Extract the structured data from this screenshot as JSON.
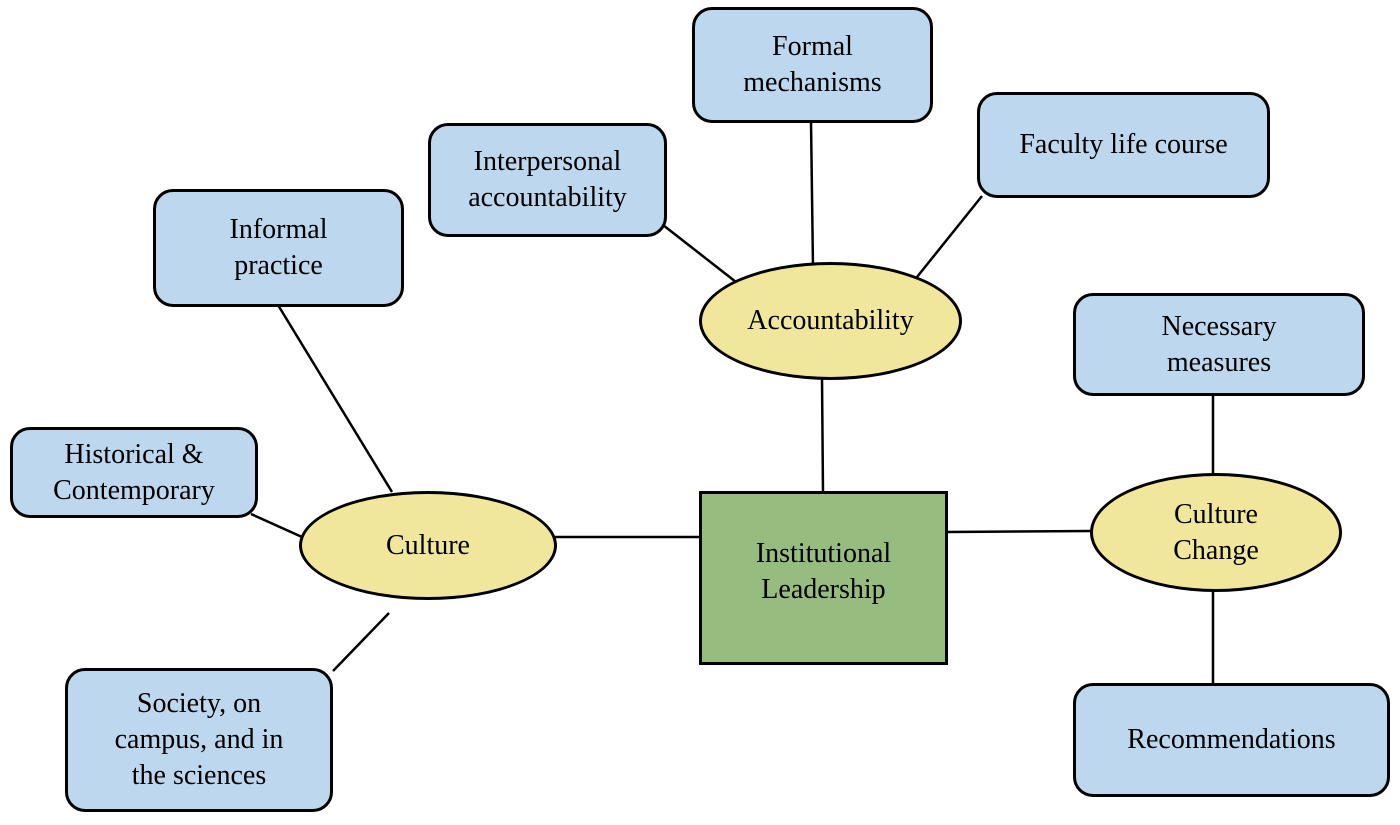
{
  "diagram": {
    "type": "concept-map",
    "colors": {
      "leaf_node_fill": "#bdd7ee",
      "hub_node_fill": "#f1e79c",
      "center_node_fill": "#96bd7f",
      "border": "#000000",
      "background": "#ffffff"
    },
    "nodes": {
      "formal_mechanisms": {
        "label": "Formal\nmechanisms",
        "shape": "rounded-rect",
        "fill": "#bdd7ee"
      },
      "faculty_life_course": {
        "label": "Faculty life course",
        "shape": "rounded-rect",
        "fill": "#bdd7ee"
      },
      "interpersonal_accountability": {
        "label": "Interpersonal\naccountability",
        "shape": "rounded-rect",
        "fill": "#bdd7ee"
      },
      "informal_practice": {
        "label": "Informal\npractice",
        "shape": "rounded-rect",
        "fill": "#bdd7ee"
      },
      "accountability": {
        "label": "Accountability",
        "shape": "ellipse",
        "fill": "#f1e79c"
      },
      "historical_contemporary": {
        "label": "Historical &\nContemporary",
        "shape": "rounded-rect",
        "fill": "#bdd7ee"
      },
      "culture": {
        "label": "Culture",
        "shape": "ellipse",
        "fill": "#f1e79c"
      },
      "institutional_leadership": {
        "label": "Institutional\nLeadership",
        "shape": "rect",
        "fill": "#96bd7f"
      },
      "culture_change": {
        "label": "Culture\nChange",
        "shape": "ellipse",
        "fill": "#f1e79c"
      },
      "necessary_measures": {
        "label": "Necessary\nmeasures",
        "shape": "rounded-rect",
        "fill": "#bdd7ee"
      },
      "society_campus_sciences": {
        "label": "Society, on\ncampus, and in\nthe sciences",
        "shape": "rounded-rect",
        "fill": "#bdd7ee"
      },
      "recommendations": {
        "label": "Recommendations",
        "shape": "rounded-rect",
        "fill": "#bdd7ee"
      }
    },
    "edges": [
      {
        "from": "formal_mechanisms",
        "to": "accountability"
      },
      {
        "from": "interpersonal_accountability",
        "to": "accountability"
      },
      {
        "from": "faculty_life_course",
        "to": "accountability"
      },
      {
        "from": "accountability",
        "to": "institutional_leadership"
      },
      {
        "from": "culture",
        "to": "institutional_leadership"
      },
      {
        "from": "culture_change",
        "to": "institutional_leadership"
      },
      {
        "from": "informal_practice",
        "to": "culture"
      },
      {
        "from": "historical_contemporary",
        "to": "culture"
      },
      {
        "from": "society_campus_sciences",
        "to": "culture"
      },
      {
        "from": "necessary_measures",
        "to": "culture_change"
      },
      {
        "from": "recommendations",
        "to": "culture_change"
      }
    ]
  }
}
